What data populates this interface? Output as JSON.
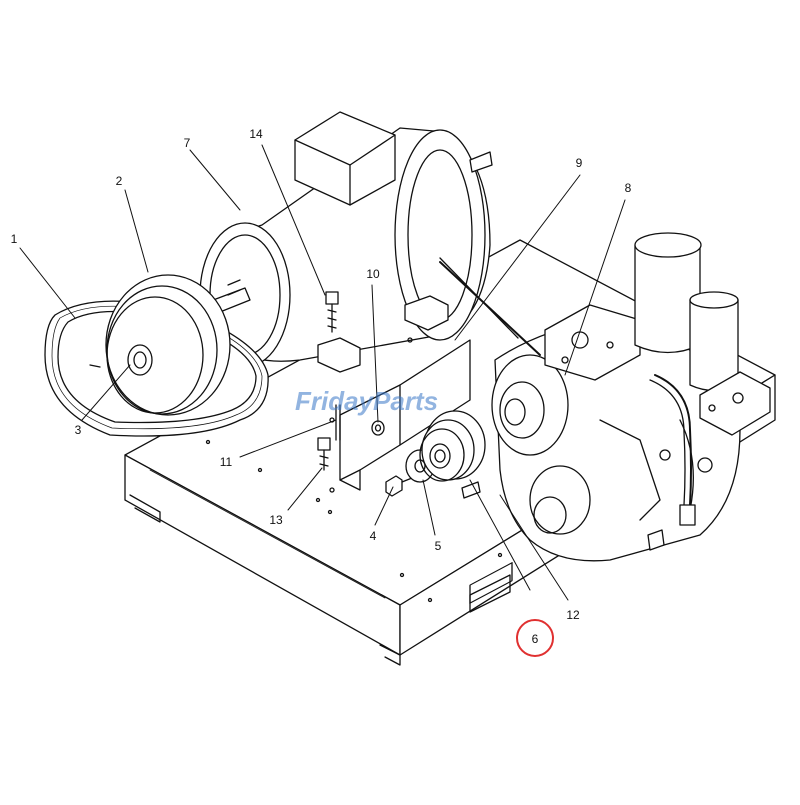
{
  "watermark": {
    "text": "FridayParts",
    "color": "#3a78c8"
  },
  "callouts": [
    {
      "id": "1",
      "label": "1"
    },
    {
      "id": "2",
      "label": "2"
    },
    {
      "id": "3",
      "label": "3"
    },
    {
      "id": "4",
      "label": "4"
    },
    {
      "id": "5",
      "label": "5"
    },
    {
      "id": "6",
      "label": "6",
      "highlighted": true
    },
    {
      "id": "7",
      "label": "7"
    },
    {
      "id": "8",
      "label": "8"
    },
    {
      "id": "9",
      "label": "9"
    },
    {
      "id": "10",
      "label": "10"
    },
    {
      "id": "11",
      "label": "11"
    },
    {
      "id": "12",
      "label": "12"
    },
    {
      "id": "13",
      "label": "13"
    },
    {
      "id": "14",
      "label": "14"
    }
  ],
  "colors": {
    "line": "#111111",
    "highlight": "#e03030",
    "background": "#ffffff"
  }
}
